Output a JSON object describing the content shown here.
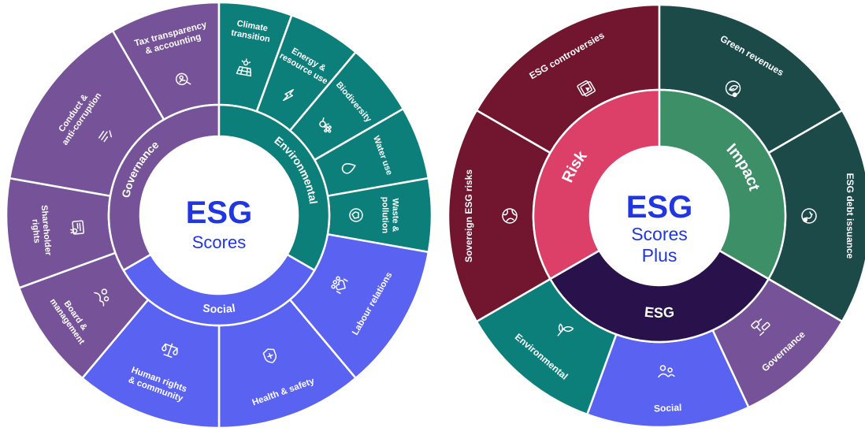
{
  "colors": {
    "governance": "#765399",
    "environmental": "#0d7f7a",
    "social": "#5a62f2",
    "risk_outer": "#72162f",
    "risk_inner": "#dc3f68",
    "impact_outer": "#1b4a49",
    "impact_inner": "#3d8f68",
    "esg_inner": "#29124b",
    "center_text": "#1f36e0"
  },
  "left_wheel": {
    "center_title": "ESG",
    "center_subtitle": "Scores",
    "inner": [
      {
        "label": "Governance",
        "color": "governance"
      },
      {
        "label": "Environmental",
        "color": "environmental"
      },
      {
        "label": "Social",
        "color": "social"
      }
    ],
    "outer": [
      {
        "lines": [
          "Tax transparency",
          "& accounting"
        ],
        "icon": "search-person-icon",
        "color": "governance"
      },
      {
        "lines": [
          "Climate",
          "transition"
        ],
        "icon": "solar-panel-icon",
        "color": "environmental"
      },
      {
        "lines": [
          "Energy &",
          "resource use"
        ],
        "icon": "lightning-icon",
        "color": "environmental"
      },
      {
        "lines": [
          "Biodiversity"
        ],
        "icon": "bee-flower-icon",
        "color": "environmental"
      },
      {
        "lines": [
          "Water use"
        ],
        "icon": "water-drop-icon",
        "color": "environmental"
      },
      {
        "lines": [
          "Waste &",
          "pollution"
        ],
        "icon": "recycle-icon",
        "color": "environmental"
      },
      {
        "lines": [
          "Labour relations"
        ],
        "icon": "team-heart-icon",
        "color": "social"
      },
      {
        "lines": [
          "Health & safety"
        ],
        "icon": "shield-plus-icon",
        "color": "social"
      },
      {
        "lines": [
          "Human rights",
          "& community"
        ],
        "icon": "scales-icon",
        "color": "social"
      },
      {
        "lines": [
          "Board &",
          "management"
        ],
        "icon": "people-icon",
        "color": "governance"
      },
      {
        "lines": [
          "Shareholder",
          "rights"
        ],
        "icon": "certificate-icon",
        "color": "governance"
      },
      {
        "lines": [
          "Conduct &",
          "anti-corruption"
        ],
        "icon": "document-lines-icon",
        "color": "governance"
      }
    ]
  },
  "right_wheel": {
    "center_title": "ESG",
    "center_subtitle_1": "Scores",
    "center_subtitle_2": "Plus",
    "inner": [
      {
        "label": "Risk",
        "color": "risk_inner"
      },
      {
        "label": "Impact",
        "color": "impact_inner"
      },
      {
        "label": "ESG",
        "color": "esg_inner"
      }
    ],
    "outer": [
      {
        "lines": [
          "ESG controversies"
        ],
        "icon": "media-icon",
        "color": "risk_outer"
      },
      {
        "lines": [
          "Green revenues"
        ],
        "icon": "coin-leaf-icon",
        "color": "impact_outer"
      },
      {
        "lines": [
          "ESG debt issuance"
        ],
        "icon": "coin-cycle-icon",
        "color": "impact_outer"
      },
      {
        "lines": [
          "Governance"
        ],
        "icon": "gavel-icon",
        "color": "governance"
      },
      {
        "lines": [
          "Social"
        ],
        "icon": "people-icon",
        "color": "social"
      },
      {
        "lines": [
          "Environmental"
        ],
        "icon": "leaf-icon",
        "color": "environmental"
      },
      {
        "lines": [
          "Sovereign ESG risks"
        ],
        "icon": "globe-icon",
        "color": "risk_outer"
      }
    ]
  }
}
